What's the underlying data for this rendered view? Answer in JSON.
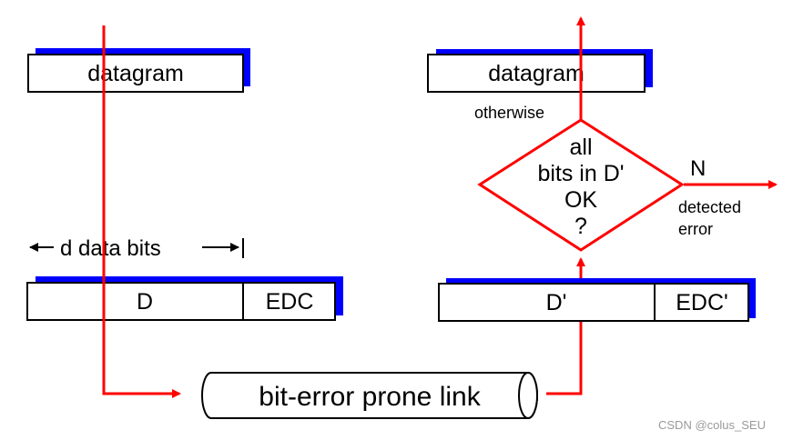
{
  "sender": {
    "datagram_label": "datagram",
    "bits_label": "d data bits",
    "data_label": "D",
    "edc_label": "EDC"
  },
  "receiver": {
    "datagram_label": "datagram",
    "otherwise_label": "otherwise",
    "decision_lines": [
      "all",
      "bits in D'",
      "OK",
      "?"
    ],
    "no_label": "N",
    "error_lines": [
      "detected",
      "error"
    ],
    "data_label": "D'",
    "edc_label": "EDC'"
  },
  "link": {
    "label": "bit-error prone link"
  },
  "watermark": "CSDN @colus_SEU",
  "colors": {
    "flow": "#ff0000",
    "shadow": "#0000ff",
    "outline": "#000000"
  }
}
